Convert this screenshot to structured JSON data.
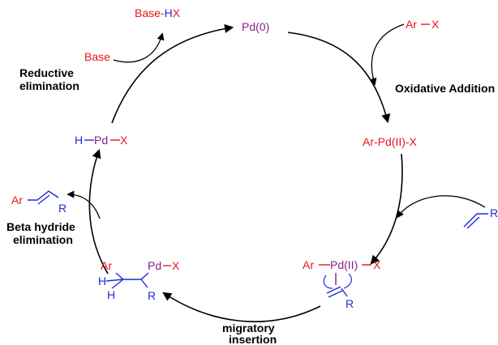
{
  "colors": {
    "red": "#e8141c",
    "blue": "#1f2ad6",
    "purple": "#8a1d8c",
    "black": "#000000"
  },
  "species": {
    "pd0": "Pd(0)",
    "ar_x": {
      "ar": "Ar",
      "x": "X"
    },
    "ar_pd_x": "Ar-Pd(II)-X",
    "alkene": {
      "r": "R"
    },
    "complex": {
      "ar": "Ar",
      "pd": "Pd(II)",
      "x": "X",
      "r": "R"
    },
    "alkyl": {
      "ar": "Ar",
      "h1": "H",
      "h2": "H",
      "pd": "Pd",
      "x": "X",
      "r": "R"
    },
    "product": {
      "ar": "Ar",
      "r": "R"
    },
    "h_pd_x": {
      "h": "H",
      "pd": "Pd",
      "x": "X"
    },
    "base": "Base",
    "base_hx": {
      "base": "Base-",
      "h": "H",
      "x": "X"
    }
  },
  "steps": {
    "reductive": [
      "Reductive",
      "elimination"
    ],
    "oxidative": "Oxidative Addition",
    "migratory": [
      "migratory",
      "insertion"
    ],
    "beta": [
      "Beta hydride",
      "elimination"
    ]
  }
}
